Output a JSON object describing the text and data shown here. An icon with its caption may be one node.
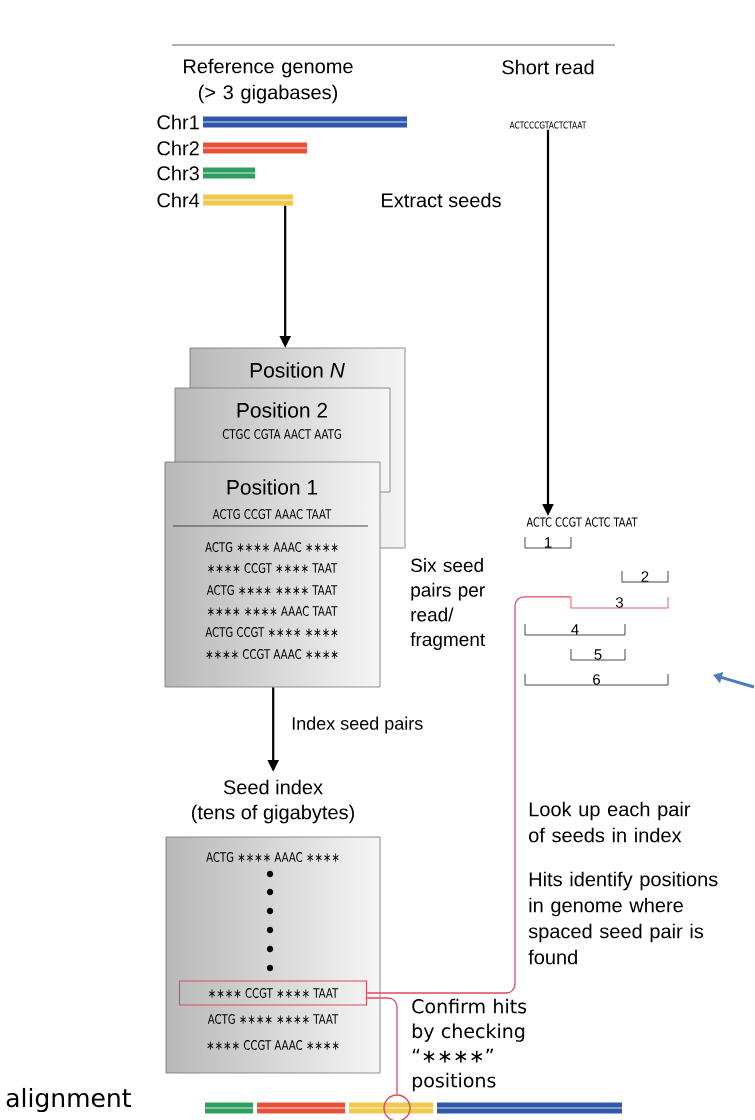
{
  "diagram": {
    "nodes": [
      {
        "text": [],
        "shape": "bar",
        "beside": [
          "Chr1"
        ]
      },
      {
        "text": [],
        "shape": "bar",
        "beside": [
          "Chr2"
        ]
      },
      {
        "text": [],
        "shape": "bar",
        "beside": [
          "Chr3"
        ]
      },
      {
        "text": [],
        "shape": "bar",
        "beside": [
          "Chr4"
        ]
      },
      {
        "text": [
          "ACTCCCGTACTCTAAT"
        ]
      },
      {
        "text": [
          "Position *N*",
          "Position 2",
          "CTGC CGTA AACT AATG",
          "Position 1",
          "ACTG CCGT AAAC TAAT",
          "ACTG ∗∗∗∗ AAAC ∗∗∗∗",
          "∗∗∗∗ CCGT ∗∗∗∗ TAAT",
          "ACTG ∗∗∗∗ ∗∗∗∗ TAAT",
          "∗∗∗∗ ∗∗∗∗ AAAC TAAT",
          "ACTG CCGT ∗∗∗∗ ∗∗∗∗",
          "∗∗∗∗ CCGT AAAC ∗∗∗∗"
        ]
      },
      {
        "text": [
          "ACTC CCGT ACTC TAAT"
        ]
      },
      {
        "text": [
          "Seed index",
          "(tens of gigabytes)",
          "ACTG ∗∗∗∗ AAAC ∗∗∗∗",
          "ACTG ∗∗∗∗ ∗∗∗∗ TAAT",
          "∗∗∗∗ CCGT AAAC ∗∗∗∗"
        ]
      },
      {
        "text": [
          "∗∗∗∗ CCGT ∗∗∗∗ TAAT"
        ],
        "in": 7
      },
      {
        "text": [
          "1"
        ]
      },
      {
        "text": [
          "2"
        ]
      },
      {
        "text": [
          "3"
        ]
      },
      {
        "text": [
          "4"
        ]
      },
      {
        "text": [
          "5"
        ]
      },
      {
        "text": [
          "6"
        ]
      },
      {
        "text": [],
        "shape": "bar",
        "beside": [
          "alignment"
        ]
      },
      {
        "text": [],
        "shape": "circle"
      }
    ],
    "edges": [
      {
        "from": 3,
        "to": 5,
        "arrow": "to"
      },
      {
        "from": 4,
        "to": 6,
        "arrow": "to"
      },
      {
        "from": 5,
        "to": 7,
        "arrow": "to",
        "label": "Index seed pairs"
      },
      {
        "from": 11,
        "to": 8,
        "arrow": "none",
        "color": "#e04a5c"
      },
      {
        "from": 8,
        "to": 16,
        "arrow": "none",
        "color": "#e04a5c"
      }
    ],
    "labels": [
      "Reference genome (> 3 gigabases)",
      "Short read",
      "Extract seeds",
      "Six seed pairs per read/ fragment",
      "Look up each pair of seeds in index",
      "Hits identify positions in genome where spaced seed pair is found",
      "Confirm hits by checking “∗∗∗∗” positions"
    ]
  }
}
